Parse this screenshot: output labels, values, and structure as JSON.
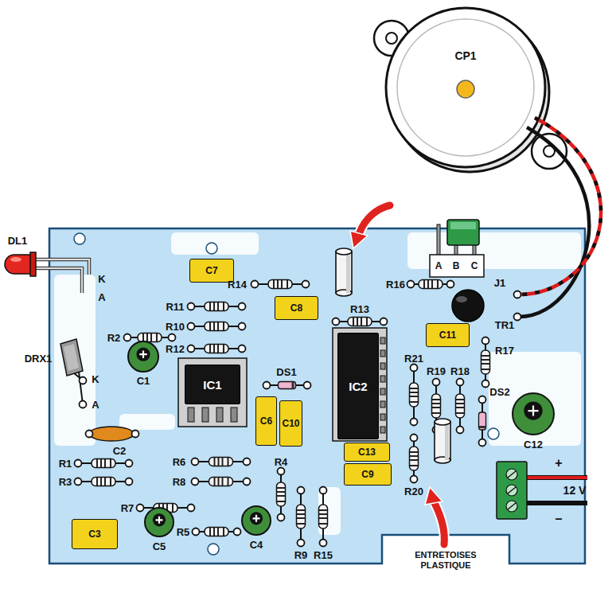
{
  "diagram": {
    "nodes": [
      {
        "text": [
          "C7"
        ]
      },
      {
        "text": [
          "C8"
        ]
      },
      {
        "text": [
          "IC1"
        ]
      },
      {
        "text": [
          "C6"
        ]
      },
      {
        "text": [
          "C10"
        ]
      },
      {
        "text": [
          "IC2"
        ]
      },
      {
        "text": [
          "C13"
        ]
      },
      {
        "text": [
          "C9"
        ]
      },
      {
        "text": [
          "C11"
        ]
      },
      {
        "text": [
          "C3"
        ]
      }
    ],
    "labels": [
      "CP1",
      "DL1",
      "K",
      "A",
      "J1",
      "A",
      "B",
      "C",
      "R14",
      "R16",
      "R11",
      "R13",
      "TR1",
      "R2",
      "R10",
      "R17",
      "R12",
      "DRX1",
      "C1",
      "R21",
      "R19",
      "R18",
      "DS1",
      "K",
      "DS2",
      "A",
      "C12",
      "C2",
      "R1",
      "R6",
      "R4",
      "+",
      "R3",
      "R8",
      "R20",
      "12 V",
      "R7",
      "R5",
      "C5",
      "C4",
      "R9",
      "R15",
      "–",
      "ENTRETOISES PLASTIQUE"
    ]
  }
}
